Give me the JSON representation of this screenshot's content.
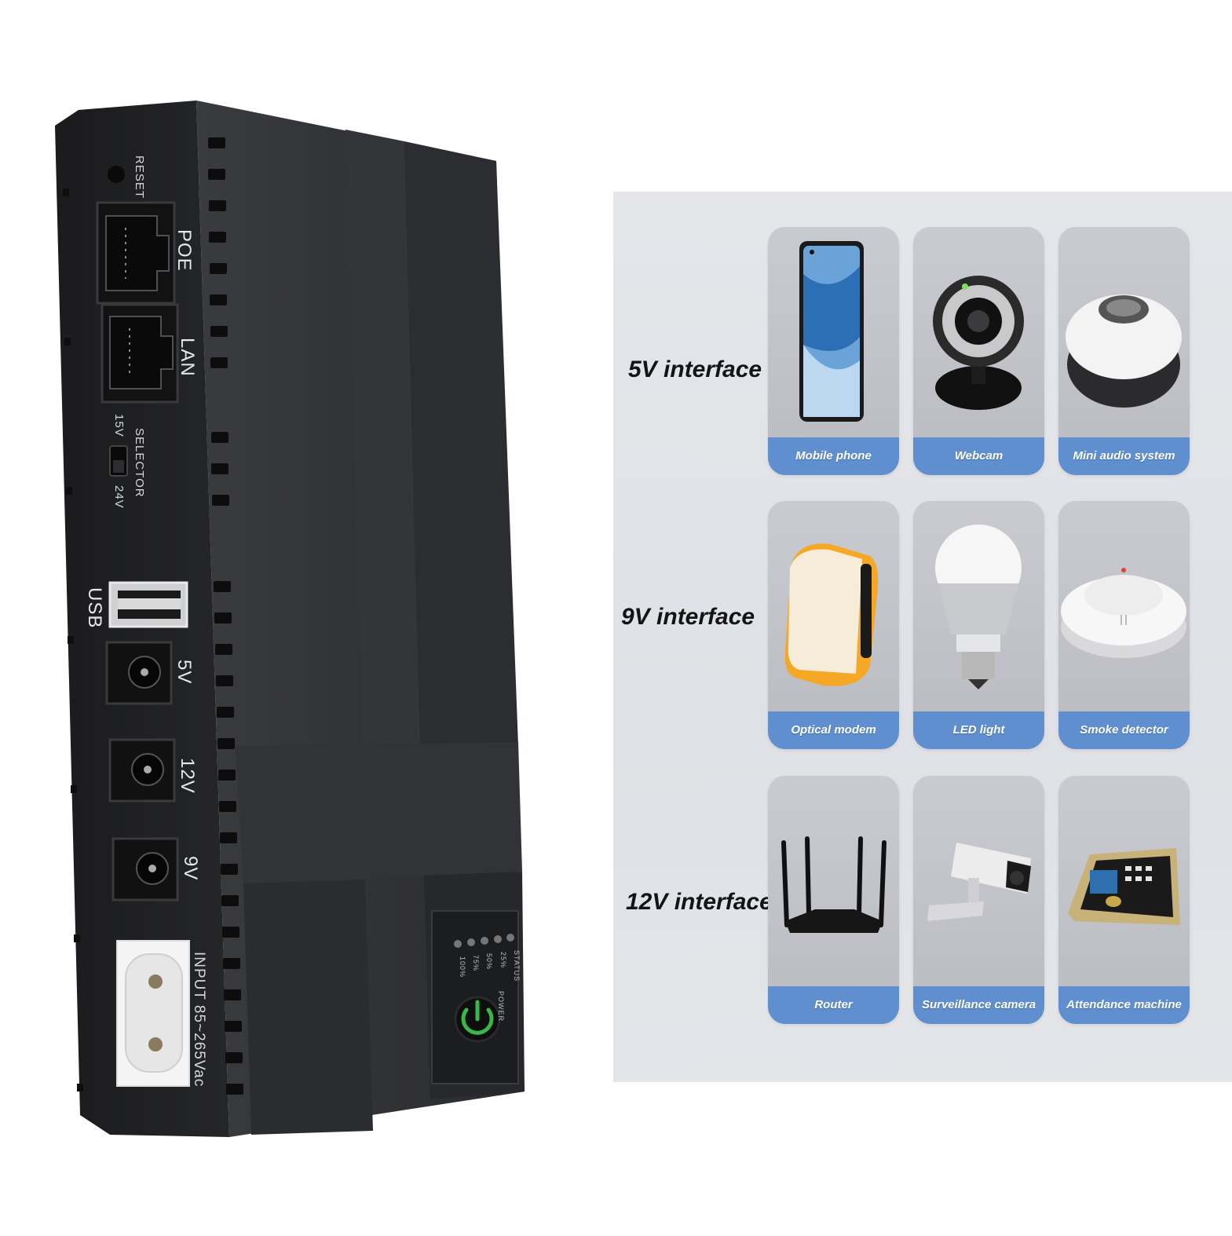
{
  "device": {
    "port_labels": {
      "reset": "RESET",
      "poe": "POE",
      "lan": "LAN",
      "selector": "SELECTOR",
      "selector_low": "15V",
      "selector_high": "24V",
      "usb": "USB",
      "dc_5v": "5V",
      "dc_12v": "12V",
      "dc_9v": "9V",
      "input": "INPUT 85~265Vac",
      "power": "POWER",
      "status": "STATUS"
    },
    "led_labels": [
      "100%",
      "75%",
      "50%",
      "25%"
    ]
  },
  "panel": {
    "rows": [
      {
        "label": "5V interface",
        "items": [
          {
            "caption": "Mobile phone",
            "icon": "mobile-phone-image"
          },
          {
            "caption": "Webcam",
            "icon": "webcam-image"
          },
          {
            "caption": "Mini audio system",
            "icon": "mini-audio-system-image"
          }
        ]
      },
      {
        "label": "9V interface",
        "items": [
          {
            "caption": "Optical modem",
            "icon": "optical-modem-image"
          },
          {
            "caption": "LED light",
            "icon": "led-light-image"
          },
          {
            "caption": "Smoke detector",
            "icon": "smoke-detector-image"
          }
        ]
      },
      {
        "label": "12V interface",
        "items": [
          {
            "caption": "Router",
            "icon": "router-image"
          },
          {
            "caption": "Surveillance camera",
            "icon": "surveillance-camera-image"
          },
          {
            "caption": "Attendance machine",
            "icon": "attendance-machine-image"
          }
        ]
      }
    ],
    "colors": {
      "caption_bar": "#5f8fcf",
      "card": "#c3c5ca",
      "panel": "#e2e4e8"
    }
  }
}
